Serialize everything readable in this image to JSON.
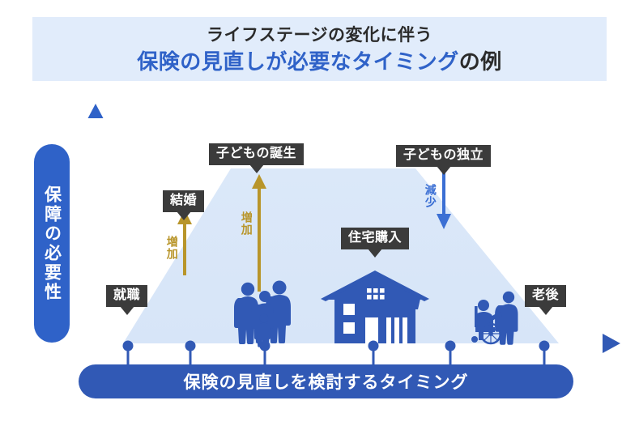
{
  "header": {
    "line1": "ライフステージの変化に伴う",
    "line2_highlight": "保険の見直しが必要なタイミング",
    "line2_tail": "の例",
    "band_color": "#e1ecfb",
    "highlight_color": "#2f62c8"
  },
  "axis": {
    "y_label": "保障の必要性",
    "y_pill_color": "#2f62c8",
    "y_arrow_color": "#2f62c8",
    "x_arrow_color": "#3159b5"
  },
  "area": {
    "fill_color": "#dce8f9",
    "shape": "trapezoid"
  },
  "callouts": [
    {
      "id": "employment",
      "label": "就職"
    },
    {
      "id": "marriage",
      "label": "結婚"
    },
    {
      "id": "childbirth",
      "label": "子どもの誕生"
    },
    {
      "id": "home-purchase",
      "label": "住宅購入"
    },
    {
      "id": "child-independence",
      "label": "子どもの独立"
    },
    {
      "id": "old-age",
      "label": "老後"
    }
  ],
  "trend_markers": [
    {
      "id": "increase-marriage",
      "label": "増加",
      "direction": "up",
      "color": "#b8952a"
    },
    {
      "id": "increase-childbirth",
      "label": "増加",
      "direction": "up",
      "color": "#b8952a"
    },
    {
      "id": "decrease-independence",
      "label": "減少",
      "direction": "down",
      "color": "#3b6fd4"
    }
  ],
  "illustrations": [
    {
      "id": "family-silhouette",
      "name": "family-figures"
    },
    {
      "id": "house-silhouette",
      "name": "house"
    },
    {
      "id": "elderly-silhouette",
      "name": "wheelchair-caregiver"
    }
  ],
  "timeline": {
    "dot_color": "#3159b5",
    "dot_count": 6,
    "banner_label": "保険の見直しを検討するタイミング",
    "banner_color": "#3159b5"
  },
  "chart_data": {
    "type": "area",
    "title": "保険の見直しが必要なタイミングの例",
    "xlabel": "保険の見直しを検討するタイミング",
    "ylabel": "保障の必要性",
    "categories": [
      "就職",
      "結婚",
      "子どもの誕生",
      "住宅購入",
      "子どもの独立",
      "老後"
    ],
    "values": [
      0,
      40,
      100,
      100,
      100,
      10
    ],
    "notes": [
      "増加",
      "増加",
      "減少"
    ],
    "grid": false,
    "legend": "none"
  }
}
